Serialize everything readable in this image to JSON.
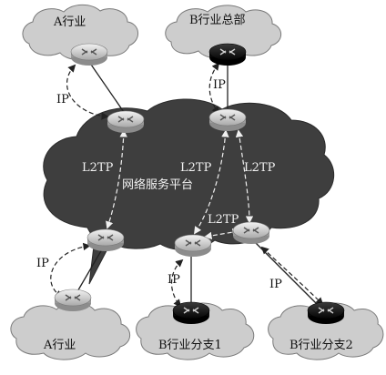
{
  "clouds": {
    "a_top": "A行业",
    "b_hq": "B行业总部",
    "service": "网络服务平台",
    "a_bottom": "A行业",
    "b_branch1": "B行业分支1",
    "b_branch2": "B行业分支2"
  },
  "labels": {
    "ip": "IP",
    "l2tp": "L2TP"
  },
  "colors": {
    "service_cloud": "#3e3e3e",
    "site_cloud": "#cdcdcd",
    "router_light": "#d8d8d8",
    "router_dark": "#1a1a1a"
  },
  "icons": [
    "router-icon"
  ]
}
